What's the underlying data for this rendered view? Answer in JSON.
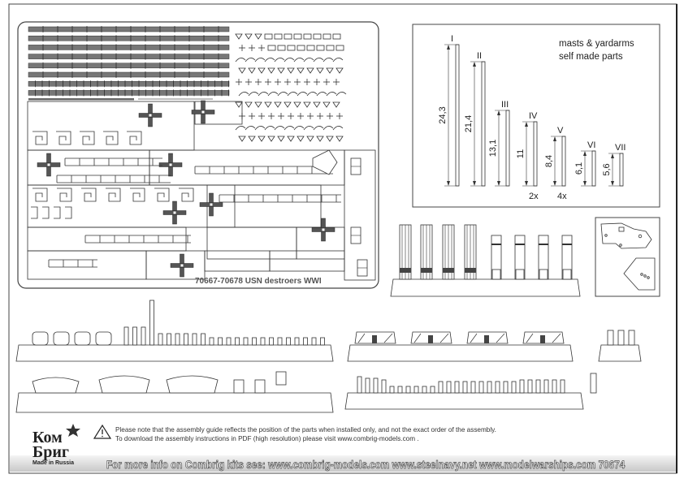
{
  "sheet": {
    "label": "70667-70678  USN destroers WWI"
  },
  "masts": {
    "title_line1": "masts & yardarms",
    "title_line2": "self made parts",
    "items": [
      {
        "id": "I",
        "length": "24,3",
        "qty": ""
      },
      {
        "id": "II",
        "length": "21,4",
        "qty": ""
      },
      {
        "id": "III",
        "length": "13,1",
        "qty": ""
      },
      {
        "id": "IV",
        "length": "11",
        "qty": "2x"
      },
      {
        "id": "V",
        "length": "8,4",
        "qty": "4x"
      },
      {
        "id": "VI",
        "length": "6,1",
        "qty": ""
      },
      {
        "id": "VII",
        "length": "5,6",
        "qty": ""
      }
    ]
  },
  "notice": {
    "line1": "Please note that the assembly guide reflects the position of the parts when installed only, and not the exact order of the assembly.",
    "line2": "To download the assembly instructions in PDF (high resolution) please visit www.combrig-models.com ."
  },
  "logo": {
    "line1": "Ком",
    "line2": "Бриг",
    "tagline": "Made in Russia"
  },
  "footer": {
    "text": "For more info on Combrig kits see: www.combrig-models.com www.steelnavy.net  www.modelwarships.com  70674"
  }
}
